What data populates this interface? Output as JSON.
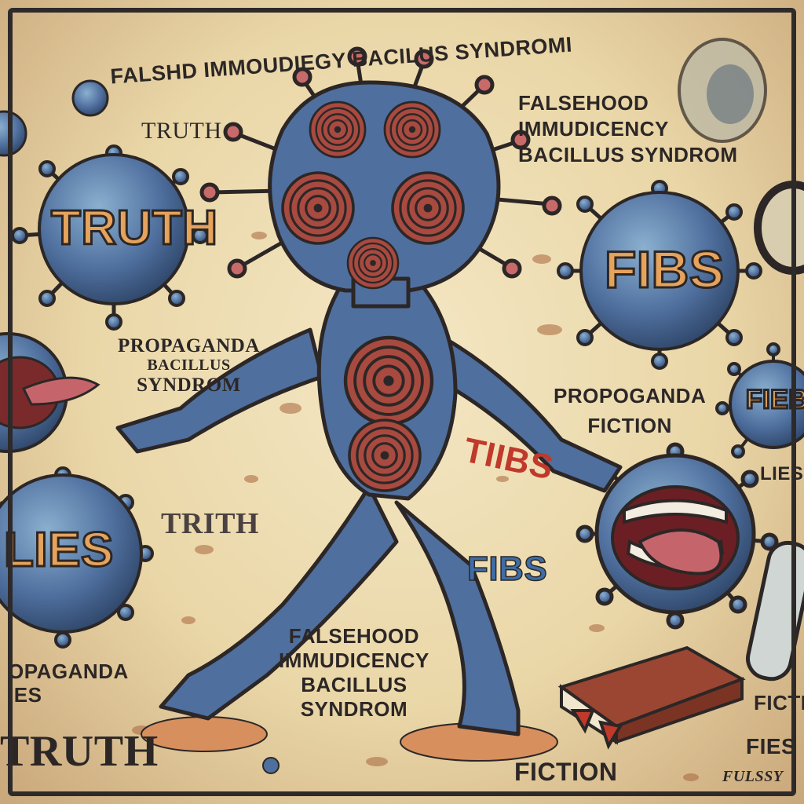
{
  "colors": {
    "parchment": "#ead7a8",
    "ink": "#2c2726",
    "virus_blue": "#4f6f9e",
    "spiral_red": "#a84a40",
    "lettering_orange": "#e6a35c",
    "mouth_pink": "#c5656b"
  },
  "labels": {
    "banner_title": "FALSHD IMMOUDIEGY BACILUS SYNDROMI",
    "truth_top": "TRUTH",
    "virus_truth": "TRUTH",
    "virus_fibs": "FIBS",
    "virus_fibs_small": "FIEB",
    "virus_lies": "LIES",
    "falsehood_top": [
      "FALSEHOOD",
      "IMMUDICENCY",
      "BACILLUS SYNDROM"
    ],
    "propaganda_left": [
      "PROPAGANDA",
      "BACILLUS",
      "SYNDROM"
    ],
    "propoganda_right": [
      "PROPOGANDA",
      "FICTION"
    ],
    "lies_right": "LIES",
    "trith": "TRITH",
    "fibs_red_vertical": "TIIBS",
    "fibs_blue": "FIBS",
    "falsehood_center": [
      "FALSEHOOD",
      "IMMUDICENCY",
      "BACILLUS",
      "SYNDROM"
    ],
    "propaganda_bottom_left": [
      "OPAGANDA",
      "IES"
    ],
    "truth_bottom": "TRUTH",
    "fiction_bottom": "FICTION",
    "fictio_right": "FICTI",
    "fies_right": "FIES",
    "signature": "FULSSY"
  }
}
